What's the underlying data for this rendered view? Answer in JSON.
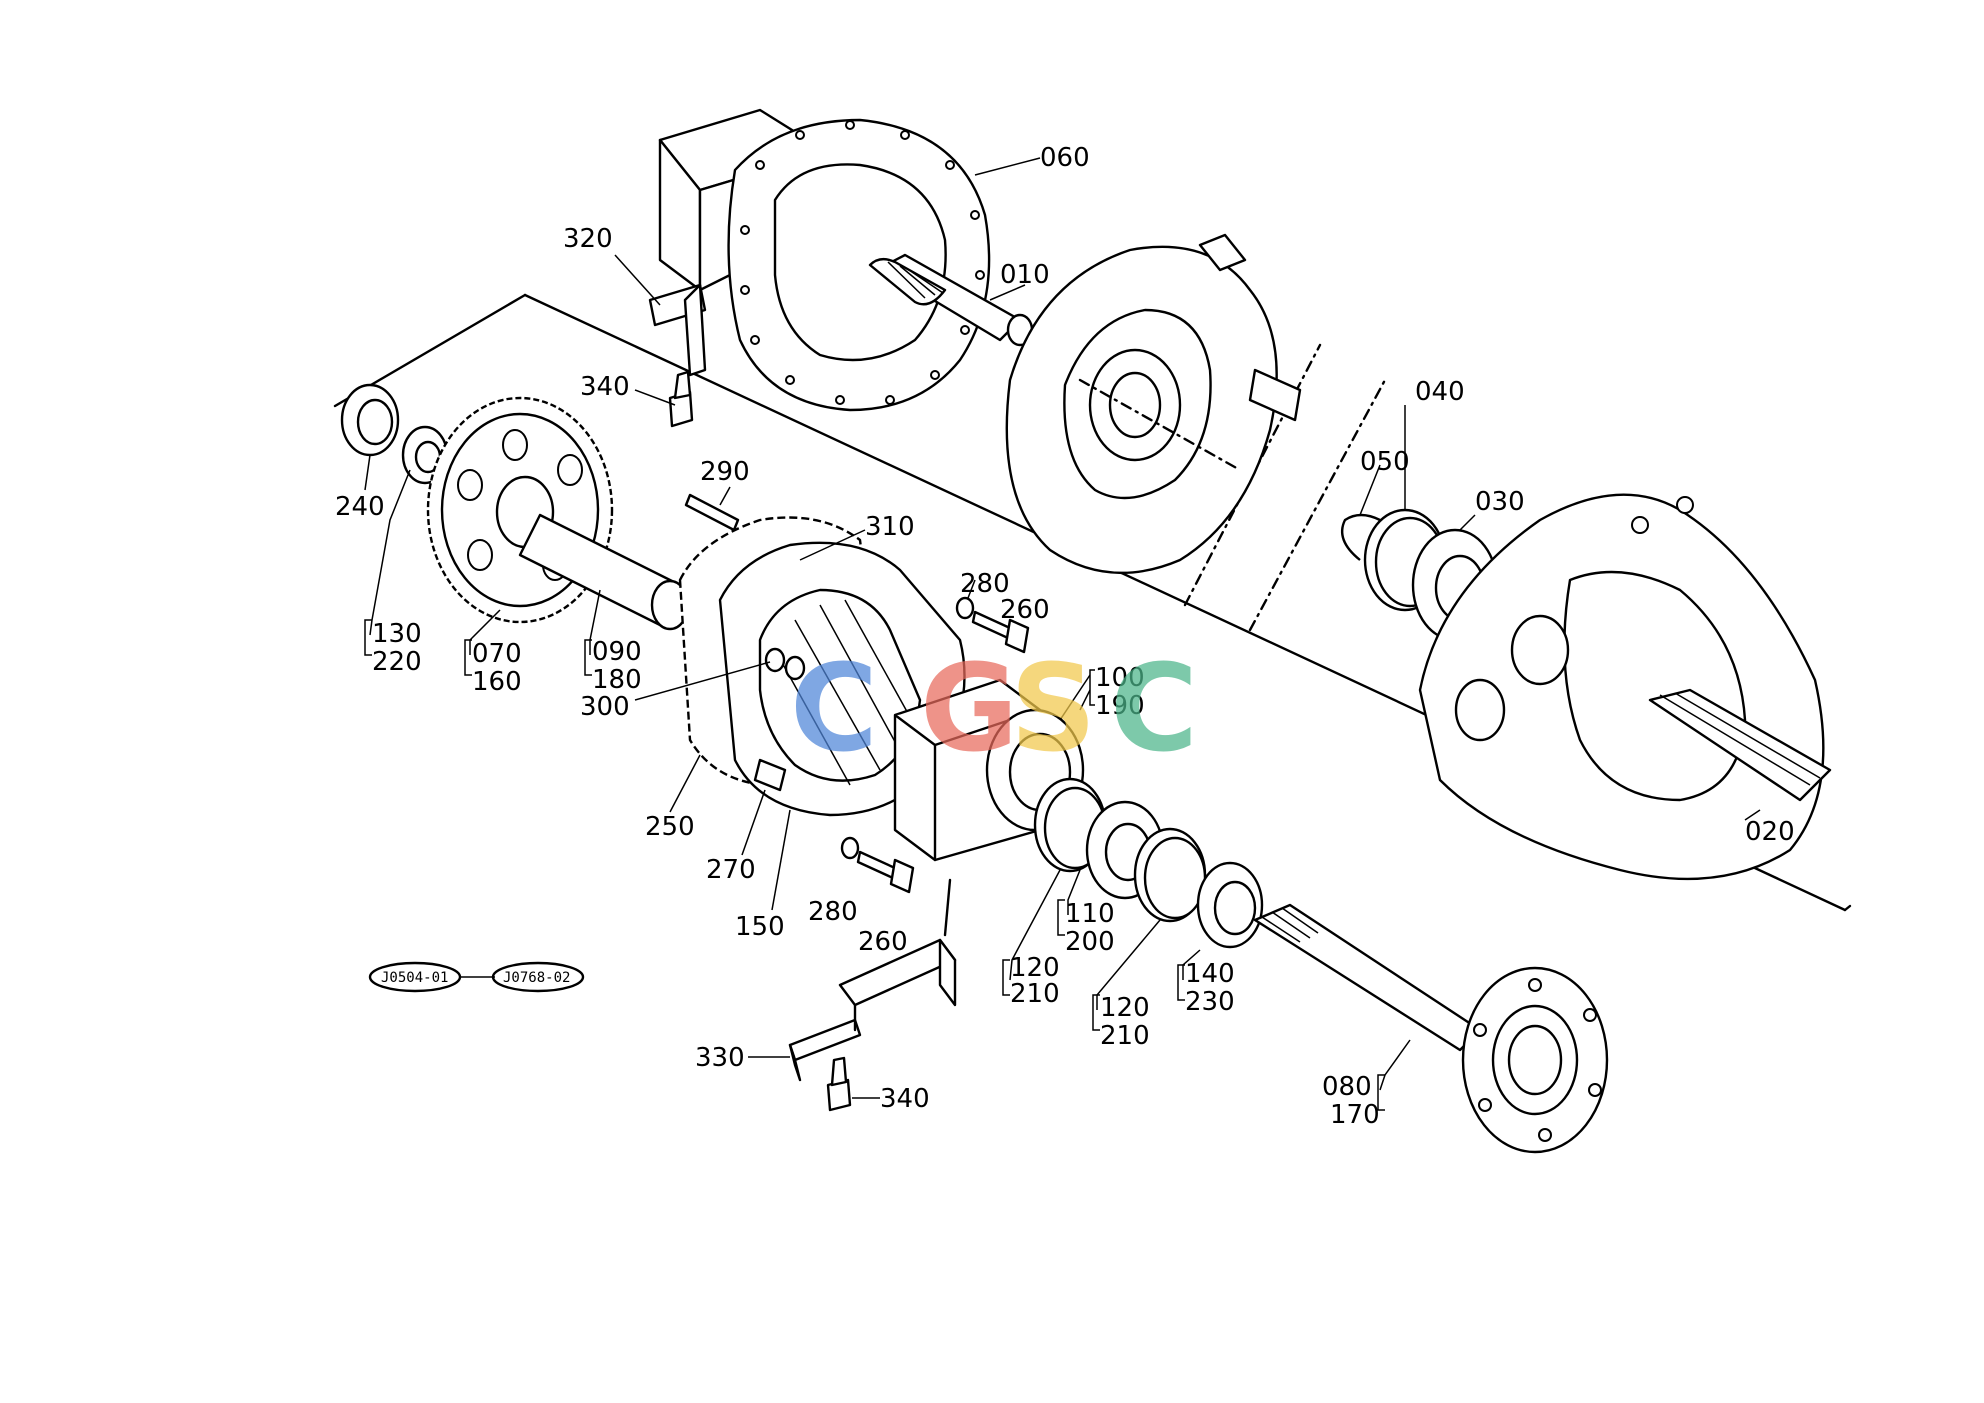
{
  "watermark": {
    "letters": [
      "C",
      "G",
      "S",
      "C"
    ],
    "colors": [
      "#4f86d9",
      "#e86a5c",
      "#f2c94c",
      "#4cb58a"
    ]
  },
  "references": [
    "J0504-01",
    "J0768-02"
  ],
  "labels": {
    "l060": "060",
    "l010": "010",
    "l320": "320",
    "l340a": "340",
    "l290": "290",
    "l240": "240",
    "l310": "310",
    "l280a": "280",
    "l260a": "260",
    "l040": "040",
    "l050": "050",
    "l030": "030",
    "l130": "130",
    "l220": "220",
    "l070": "070",
    "l160": "160",
    "l090": "090",
    "l180": "180",
    "l300": "300",
    "l100": "100",
    "l190": "190",
    "l250": "250",
    "l270": "270",
    "l150": "150",
    "l280b": "280",
    "l260b": "260",
    "l110": "110",
    "l200": "200",
    "l120a": "120",
    "l210a": "210",
    "l120b": "120",
    "l210b": "210",
    "l140": "140",
    "l230": "230",
    "l330": "330",
    "l340b": "340",
    "l080": "080",
    "l170": "170",
    "l020": "020"
  }
}
